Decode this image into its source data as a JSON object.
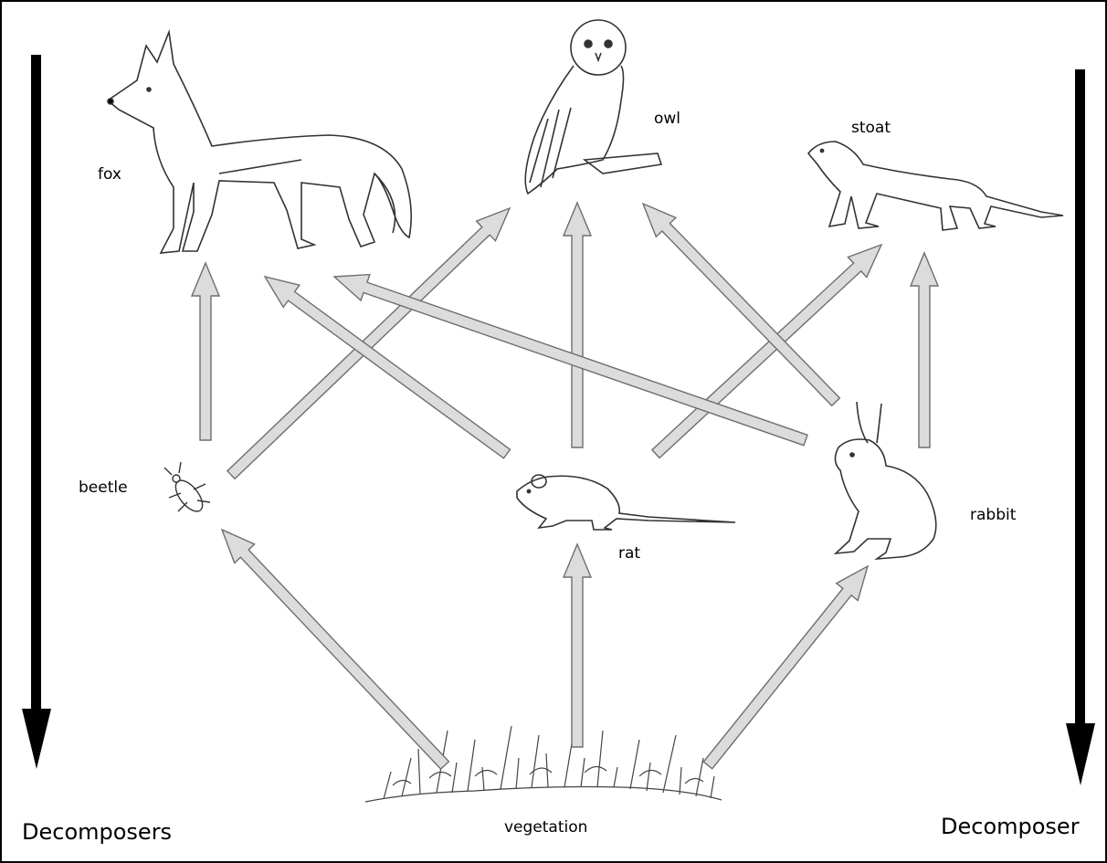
{
  "organisms": {
    "fox": "fox",
    "owl": "owl",
    "stoat": "stoat",
    "beetle": "beetle",
    "rat": "rat",
    "rabbit": "rabbit",
    "vegetation": "vegetation"
  },
  "decomposers": {
    "left": "Decomposers",
    "right": "Decomposer"
  },
  "colors": {
    "arrow_fill": "#dcdcdc",
    "arrow_stroke": "#6e6e6e",
    "decomposer_arrow": "#000000"
  }
}
